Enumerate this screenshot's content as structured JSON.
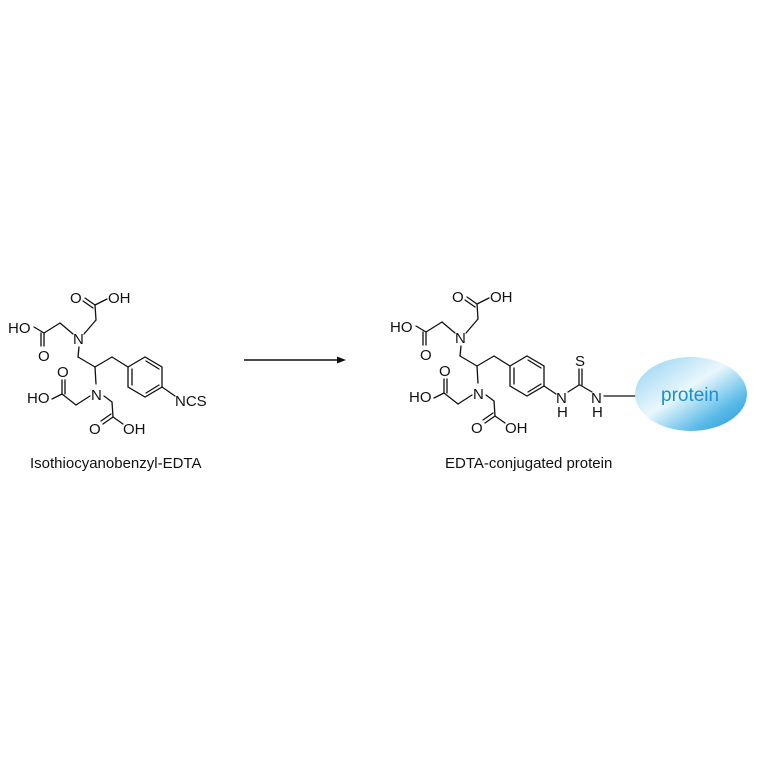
{
  "figure": {
    "type": "reaction-scheme",
    "reactant": {
      "caption": "Isothiocyanobenzyl-EDTA",
      "labels": {
        "oh_top": "OH",
        "o_top": "O",
        "ho_left": "HO",
        "o_left": "O",
        "n_upper": "N",
        "n_lower": "N",
        "ho_lower": "HO",
        "o_lower_left": "O",
        "o_bottom": "O",
        "oh_bottom": "OH",
        "ncs": "NCS"
      }
    },
    "arrow": {
      "direction": "right"
    },
    "product": {
      "caption": "EDTA-conjugated protein",
      "labels": {
        "oh_top": "OH",
        "o_top": "O",
        "ho_left": "HO",
        "o_left": "O",
        "n_upper": "N",
        "n_lower": "N",
        "ho_lower": "HO",
        "o_lower_left": "O",
        "o_bottom": "O",
        "oh_bottom": "OH",
        "thiourea_s": "S",
        "thiourea_n1": "N",
        "thiourea_h1": "H",
        "thiourea_n2": "N",
        "thiourea_h2": "H"
      },
      "protein_label": "protein",
      "protein_color": "#1a8fcf",
      "protein_fill_light": "#e8f5fc",
      "protein_fill_dark": "#2aa0dc"
    }
  }
}
